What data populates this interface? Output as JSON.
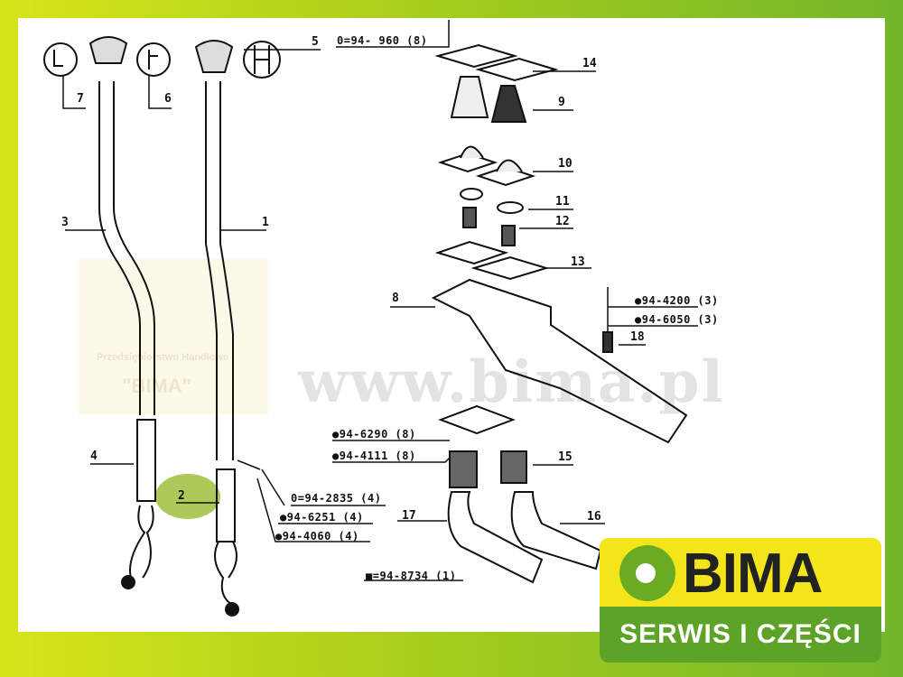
{
  "diagram": {
    "item_labels": {
      "l1": "1",
      "l2": "2",
      "l3": "3",
      "l4": "4",
      "l5": "5",
      "l6": "6",
      "l7": "7",
      "l8": "8",
      "l9": "9",
      "l10": "10",
      "l11": "11",
      "l12": "12",
      "l13": "13",
      "l14": "14",
      "l15": "15",
      "l16": "16",
      "l17": "17",
      "l18": "18"
    },
    "part_numbers": {
      "p960": "0=94- 960 (8)",
      "p4200": "●94-4200 (3)",
      "p6050": "●94-6050 (3)",
      "p6290": "●94-6290 (8)",
      "p4111": "●94-4111 (8)",
      "p2835": "0=94-2835 (4)",
      "p6251": "●94-6251 (4)",
      "p4060": "●94-4060 (4)",
      "p8734": "■=94-8734 (1)"
    }
  },
  "watermark": {
    "url": "www.bima.pl",
    "company_line": "Przedsiębiorstwo Handlowe",
    "company_name": "\"BIMA\""
  },
  "logo": {
    "name": "BIMA",
    "tagline": "SERWIS I CZĘŚCI"
  },
  "colors": {
    "frame_green": "#72b62a",
    "logo_yellow": "#f3e51a",
    "logo_green": "#5da327",
    "highlight": "#9fbf3c"
  }
}
